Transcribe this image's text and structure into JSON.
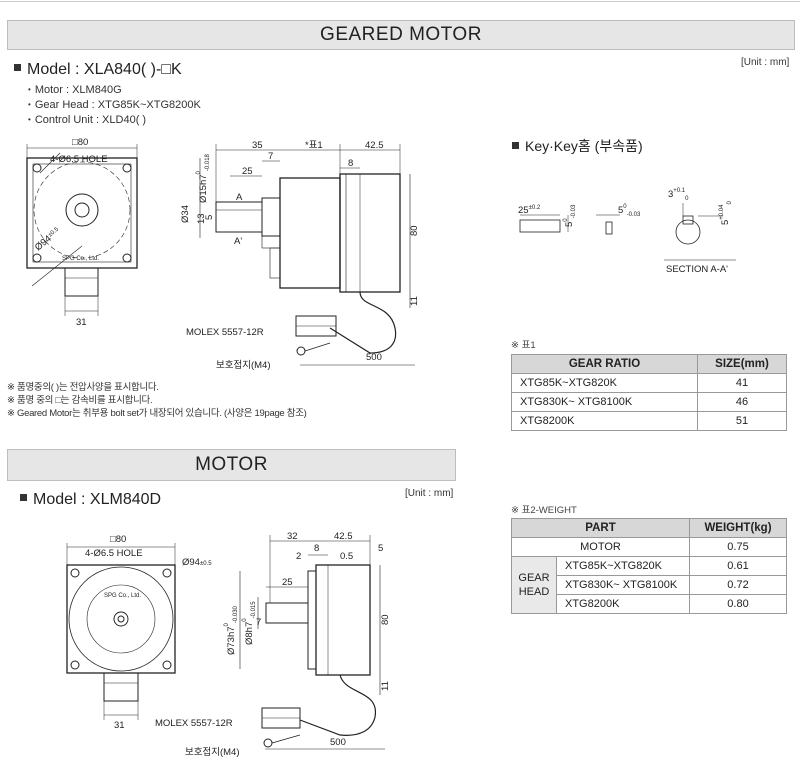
{
  "geared": {
    "banner": "GEARED MOTOR",
    "model": "Model : XLA840( )-□K",
    "unit": "[Unit : mm]",
    "specs": [
      "Motor : XLM840G",
      "Gear Head : XTG85K~XTG8200K",
      "Control Unit : XLD40( )"
    ],
    "drawing": {
      "sq80": "□80",
      "holes": "4-Ø6.5 HOLE",
      "pcd": "Ø94",
      "pcd_tol": "±0.5",
      "company": "SPG Co., Ltd.",
      "d31": "31",
      "d35": "35",
      "d_tbl": "*표1",
      "d42_5": "42.5",
      "d7": "7",
      "d25": "25",
      "d8": "8",
      "shaft_tol_sup": "0",
      "shaft_tol_sub": "-0.018",
      "shaft": "Ø15h7",
      "d34": "Ø34",
      "d13": "13",
      "d5": "5",
      "A": "A",
      "A2": "A'",
      "d80": "80",
      "d11": "11",
      "molex": "MOLEX 5557-12R",
      "d500": "500",
      "ground": "보호접지(M4)"
    },
    "notes": [
      "※ 품명중의( )는 전압사양을 표시합니다.",
      "※ 품명 중의 □는 감속비를 표시합니다.",
      "※ Geared Motor는 취부용 bolt set가 내장되어 있습니다. (사양은 19page 참조)"
    ]
  },
  "key": {
    "title": "Key·Key홈 (부속품)",
    "k25": "25",
    "k25_tol": "±0.2",
    "k5a": "5",
    "k5a_tol_sup": "0",
    "k5a_tol_sub": "-0.03",
    "k5b": "5",
    "k5b_tol_sup": "0",
    "k5b_tol_sub": "-0.03",
    "k3": "3",
    "k3_tol_sup": "+0.1",
    "k3_tol_sub": "0",
    "k5c": "5",
    "k5c_tol_sup": "+0.04",
    "k5c_tol_sub": "0",
    "section": "SECTION A-A'"
  },
  "table1": {
    "caption": "※ 표1",
    "headers": [
      "GEAR RATIO",
      "SIZE(mm)"
    ],
    "rows": [
      [
        "XTG85K~XTG820K",
        "41"
      ],
      [
        "XTG830K~ XTG8100K",
        "46"
      ],
      [
        "XTG8200K",
        "51"
      ]
    ]
  },
  "motor": {
    "banner": "MOTOR",
    "model": "Model : XLM840D",
    "unit": "[Unit : mm]",
    "drawing": {
      "sq80": "□80",
      "holes": "4-Ø6.5 HOLE",
      "pcd": "Ø94",
      "pcd_tol": "±0.5",
      "company": "SPG Co., Ltd.",
      "d31": "31",
      "d32": "32",
      "d42_5": "42.5",
      "d2": "2",
      "d8": "8",
      "d0_5": "0.5",
      "d5": "5",
      "d25": "25",
      "d7": "7",
      "shaft": "Ø8h7",
      "shaft_tol_sup": "0",
      "shaft_tol_sub": "-0.015",
      "pilot": "Ø73h7",
      "pilot_tol_sup": "0",
      "pilot_tol_sub": "-0.030",
      "d80": "80",
      "d11": "11",
      "molex": "MOLEX 5557-12R",
      "d500": "500",
      "ground": "보호접지(M4)"
    }
  },
  "table2": {
    "caption": "※ 표2-WEIGHT",
    "headers": [
      "PART",
      "WEIGHT(kg)"
    ],
    "motor_row": [
      "MOTOR",
      "0.75"
    ],
    "group": [
      "GEAR",
      "HEAD"
    ],
    "rows": [
      [
        "XTG85K~XTG820K",
        "0.61"
      ],
      [
        "XTG830K~ XTG8100K",
        "0.72"
      ],
      [
        "XTG8200K",
        "0.80"
      ]
    ]
  }
}
